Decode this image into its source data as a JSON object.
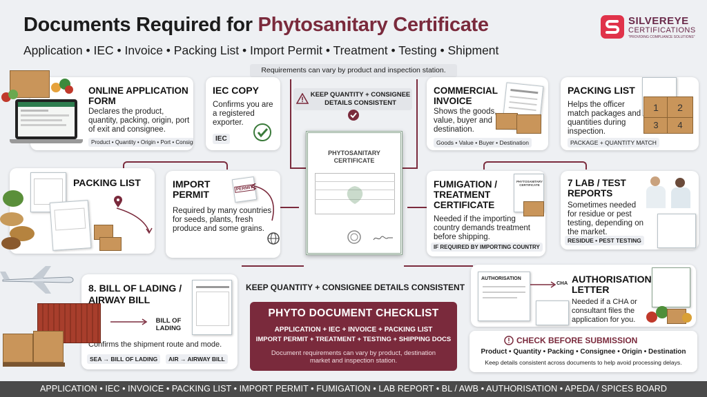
{
  "header": {
    "title_prefix": "Documents Required for",
    "title_highlight": "Phytosanitary Certificate",
    "subtitle": "Application • IEC • Invoice • Packing List • Import Permit • Treatment • Testing • Shipment"
  },
  "brand": {
    "name": "SILVEREYE",
    "sub": "CERTIFICATIONS",
    "tagline": "\"PROVIDING COMPLIANCE SOLUTIONS\""
  },
  "note_top": "Requirements can vary by product and inspection station.",
  "keep_top": "KEEP QUANTITY + CONSIGNEE DETAILS CONSISTENT",
  "keep_bottom": "KEEP QUANTITY + CONSIGNEE DETAILS CONSISTENT",
  "cert": {
    "title": "PHYTOSANITARY CERTIFICATE"
  },
  "cards": {
    "online": {
      "title": "ONLINE APPLICATION FORM",
      "body": "Declares the product, quantity, packing, origin, port of exit and consignee.",
      "tag": "Product • Quantity • Origin • Port • Consignee"
    },
    "iec": {
      "title": "IEC COPY",
      "body": "Confirms you are a registered exporter.",
      "tag": "IEC"
    },
    "invoice": {
      "title": "COMMERCIAL INVOICE",
      "body": "Shows the goods, value, buyer and destination.",
      "tag": "Goods • Value • Buyer • Destination"
    },
    "packing_r": {
      "title": "PACKING LIST",
      "body": "Helps the officer match packages and quantities during inspection.",
      "tag": "PACKAGE + QUANTITY MATCH"
    },
    "packing_l": {
      "title": "PACKING LIST"
    },
    "permit": {
      "title": "IMPORT PERMIT",
      "body": "Required by many countries for seeds, plants, fresh produce and some grains.",
      "stamp": "PERMIT"
    },
    "fumig": {
      "title": "FUMIGATION / TREATMENT CERTIFICATE",
      "body": "Needed if the importing country demands treatment before shipping.",
      "tag": "IF REQUIRED BY IMPORTING COUNTRY",
      "doc": "PHYTOSANITARY CERTIFICATE"
    },
    "lab": {
      "title": "7 LAB / TEST REPORTS",
      "body": "Sometimes needed for residue or pest testing, depending on the market.",
      "tag": "RESIDUE • PEST TESTING"
    },
    "bill": {
      "title": "8. BILL OF LADING / AIRWAY BILL",
      "body": "Confirms the shipment route and mode.",
      "arrow": "BILL OF LADING",
      "tag1": "SEA → BILL OF LADING",
      "tag2": "AIR → AIRWAY BILL"
    },
    "auth": {
      "title": "AUTHORISATION LETTER",
      "body": "Needed if a CHA or consultant files the application for you.",
      "doc": "AUTHORISATION",
      "cha": "CHA"
    }
  },
  "checklist": {
    "title": "PHYTO DOCUMENT CHECKLIST",
    "line1": "APPLICATION + IEC + INVOICE + PACKING LIST",
    "line2": "IMPORT PERMIT + TREATMENT + TESTING + SHIPPING DOCS",
    "note": "Document requirements can vary by product, destination market and inspection station."
  },
  "check": {
    "title": "CHECK BEFORE SUBMISSION",
    "items": "Product • Quantity • Packing • Consignee • Origin • Destination",
    "note": "Keep details consistent across documents to help avoid processing delays."
  },
  "footer": "APPLICATION • IEC • INVOICE • PACKING LIST • IMPORT PERMIT • FUMIGATION • LAB REPORT • BL / AWB • AUTHORISATION • APEDA / SPICES BOARD",
  "colors": {
    "accent": "#7a2a3c",
    "footer": "#4a4a4a"
  }
}
